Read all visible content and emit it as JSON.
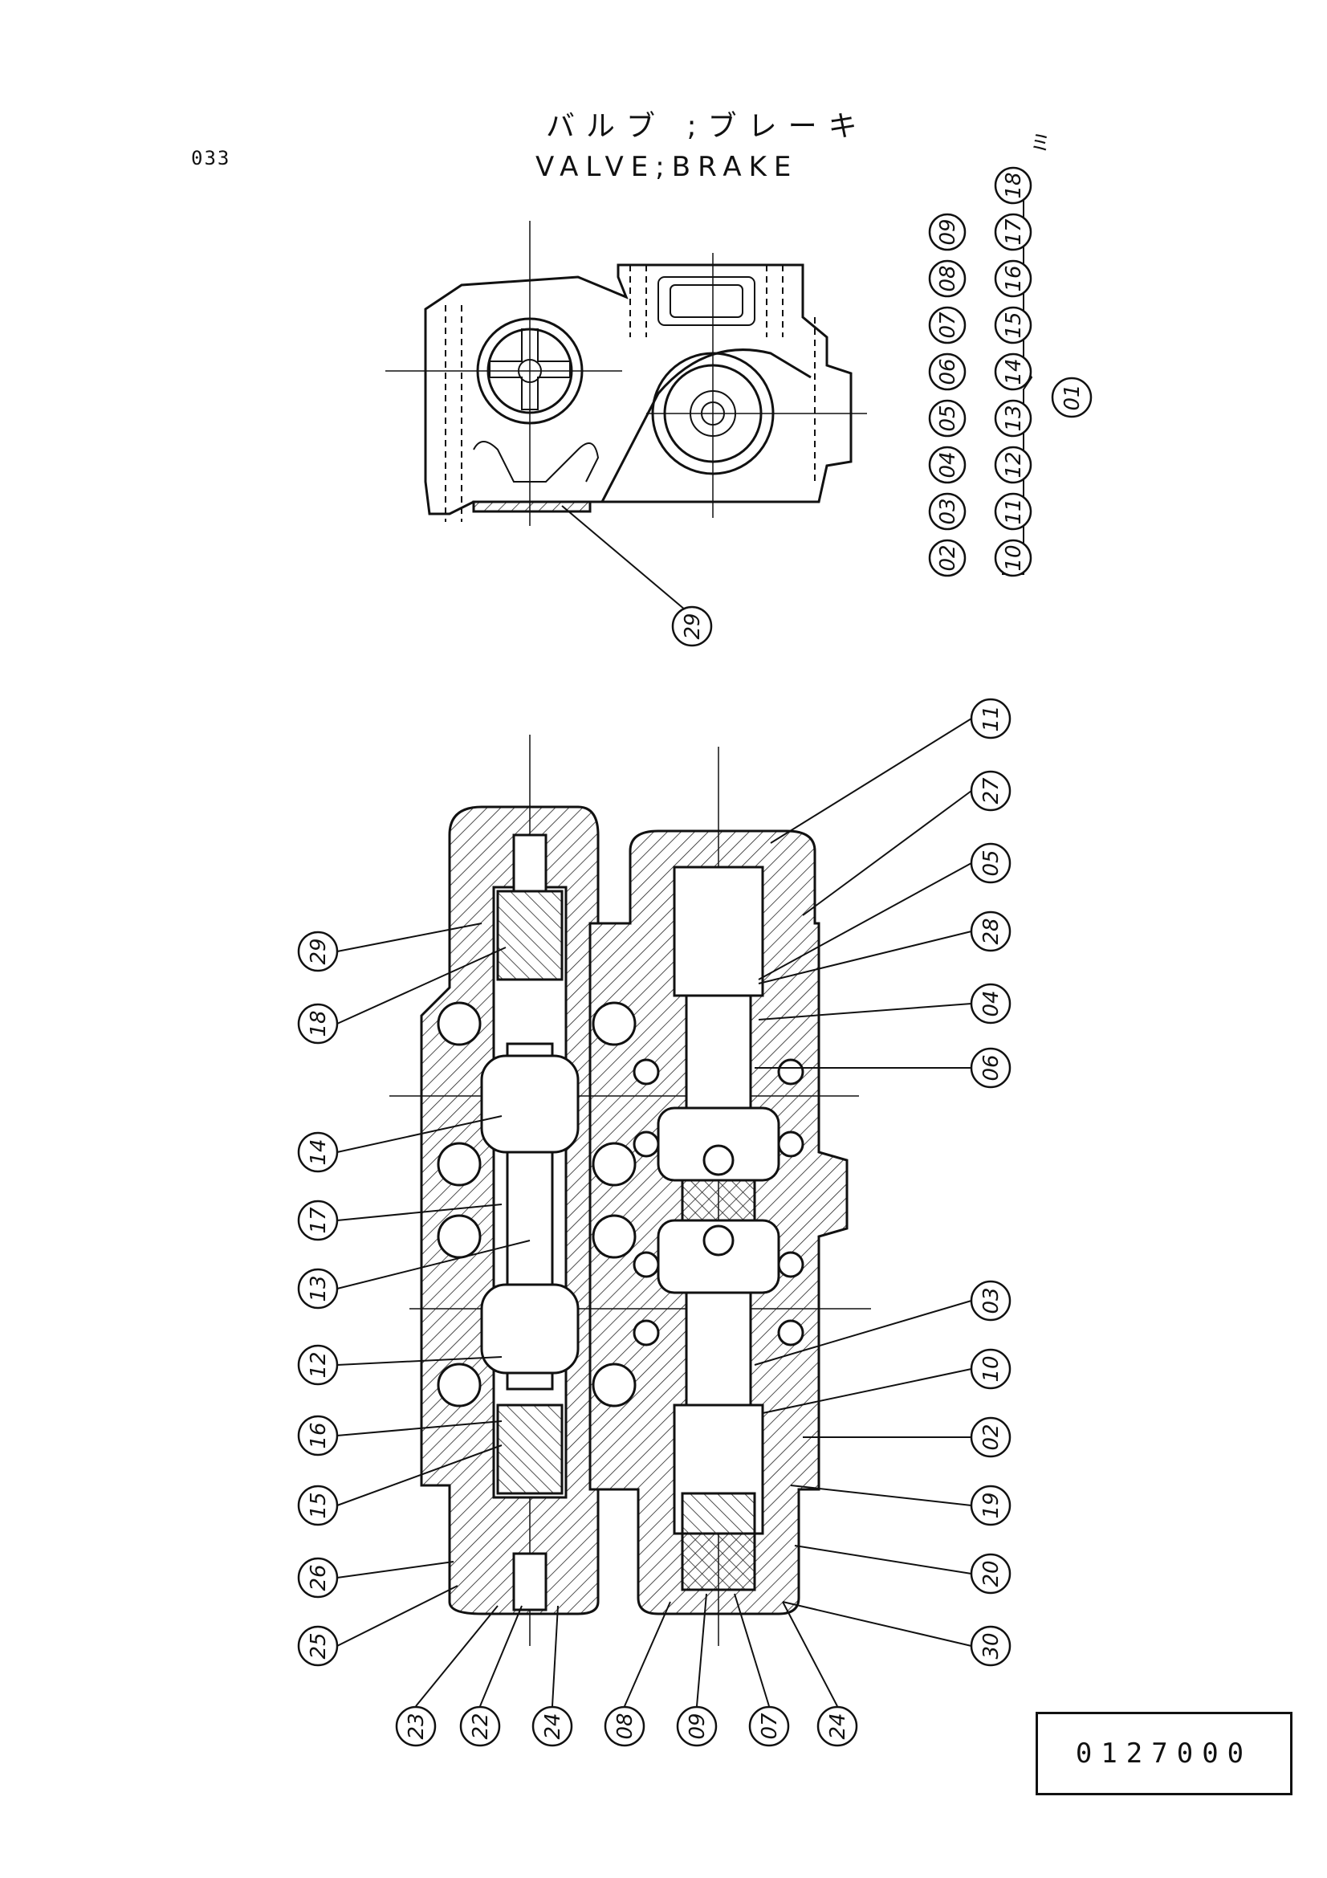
{
  "header": {
    "page_number": "033",
    "title_jp": "バルブ ;ブレーキ",
    "title_en": "VALVE;BRAKE",
    "corner_mark": "ミ"
  },
  "part_number_box": "0127000",
  "assembly_list": {
    "group_label": "01",
    "row1": [
      "02",
      "03",
      "04",
      "05",
      "06",
      "07",
      "08",
      "09"
    ],
    "row2": [
      "10",
      "11",
      "12",
      "13",
      "14",
      "15",
      "16",
      "17",
      "18"
    ]
  },
  "top_view_callouts": [
    "29"
  ],
  "section_view_callouts": {
    "left_side": [
      "29",
      "18",
      "14",
      "17",
      "13",
      "12",
      "16",
      "15",
      "26",
      "25"
    ],
    "right_side": [
      "11",
      "27",
      "05",
      "28",
      "04",
      "06",
      "03",
      "10",
      "02",
      "19",
      "20",
      "30"
    ],
    "bottom": [
      "23",
      "22",
      "24",
      "08",
      "09",
      "07",
      "24"
    ]
  }
}
